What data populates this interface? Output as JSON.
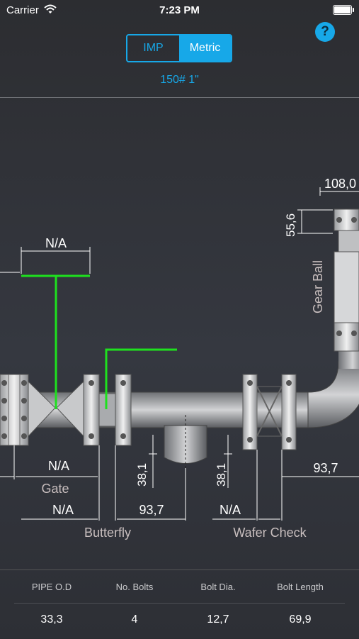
{
  "status": {
    "carrier": "Carrier",
    "time": "7:23 PM"
  },
  "units": {
    "imp": "IMP",
    "metric": "Metric",
    "selected": "Metric"
  },
  "subtitle": "150# 1\"",
  "help": "?",
  "diagram": {
    "top_dim": "108,0",
    "gear_height": "55,6",
    "gear_label": "Gear Ball",
    "gate_top": "N/A",
    "gate_width": "N/A",
    "gate_label": "Gate",
    "butterfly_width": "N/A",
    "butterfly_face": "93,7",
    "butterfly_label": "Butterfly",
    "branch_left": "38,1",
    "branch_right": "38,1",
    "wafer_width": "N/A",
    "wafer_label": "Wafer Check",
    "right_dim": "93,7"
  },
  "table": {
    "headers": [
      "PIPE O.D",
      "No. Bolts",
      "Bolt Dia.",
      "Bolt Length"
    ],
    "values": [
      "33,3",
      "4",
      "12,7",
      "69,9"
    ]
  },
  "colors": {
    "accent": "#17a8e8",
    "highlight": "#1ee11e"
  }
}
